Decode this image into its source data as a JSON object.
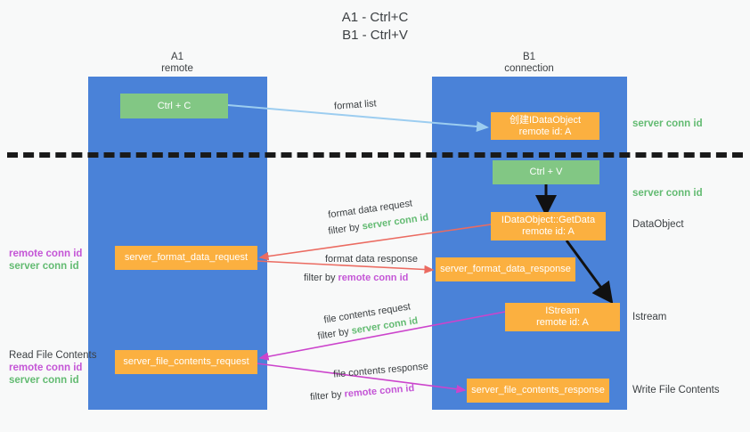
{
  "title": {
    "line1": "A1 - Ctrl+C",
    "line2": "B1 - Ctrl+V"
  },
  "columns": [
    {
      "name": "A1",
      "sub": "remote"
    },
    {
      "name": "B1",
      "sub": "connection"
    }
  ],
  "nodes": {
    "ctrl_c": "Ctrl + C",
    "ctrl_v": "Ctrl + V",
    "create_dataobject_l1": "创建IDataObject",
    "create_dataobject_l2": "remote id: A",
    "getdata_l1": "IDataObject::GetData",
    "getdata_l2": "remote id: A",
    "istream_l1": "IStream",
    "istream_l2": "remote id: A",
    "server_format_data_request": "server_format_data_request",
    "server_format_data_response": "server_format_data_response",
    "server_file_contents_request": "server_file_contents_request",
    "server_file_contents_response": "server_file_contents_response"
  },
  "right_annotations": [
    {
      "text": "server conn id",
      "kind": "green"
    },
    {
      "text": "server conn id",
      "kind": "green"
    },
    {
      "text": "DataObject",
      "kind": "black"
    },
    {
      "text": "Istream",
      "kind": "black"
    },
    {
      "text": "Write File Contents",
      "kind": "black"
    }
  ],
  "left_annotations": {
    "format_block": [
      {
        "text": "remote conn id",
        "kind": "purple"
      },
      {
        "text": "server conn id",
        "kind": "green"
      }
    ],
    "file_block_title": "Read File Contents",
    "file_block": [
      {
        "text": "remote conn id",
        "kind": "purple"
      },
      {
        "text": "server conn id",
        "kind": "green"
      }
    ]
  },
  "edge_labels": {
    "format_list": "format list",
    "format_data_request": "format data request",
    "format_data_request_filter_prefix": "filter by ",
    "format_data_request_filter_key": "server conn id",
    "format_data_response": "format data response",
    "format_data_response_filter_prefix": "filter by ",
    "format_data_response_filter_key": "remote conn id",
    "file_contents_request": "file contents request",
    "file_contents_request_filter_prefix": "filter by ",
    "file_contents_request_filter_key": "server conn id",
    "file_contents_response": "file contents response",
    "file_contents_response_filter_prefix": "filter by ",
    "file_contents_response_filter_key": "remote conn id"
  },
  "colors": {
    "lane": "#4a82d8",
    "orange": "#fbb040",
    "green_box": "#82c784",
    "green_text": "#63bb72",
    "purple_text": "#c455d6",
    "arrow_lightblue": "#9ccdf0",
    "arrow_red": "#eb6b61",
    "arrow_magenta": "#cc44cc",
    "arrow_black": "#111111",
    "background": "#f8f9f9"
  }
}
